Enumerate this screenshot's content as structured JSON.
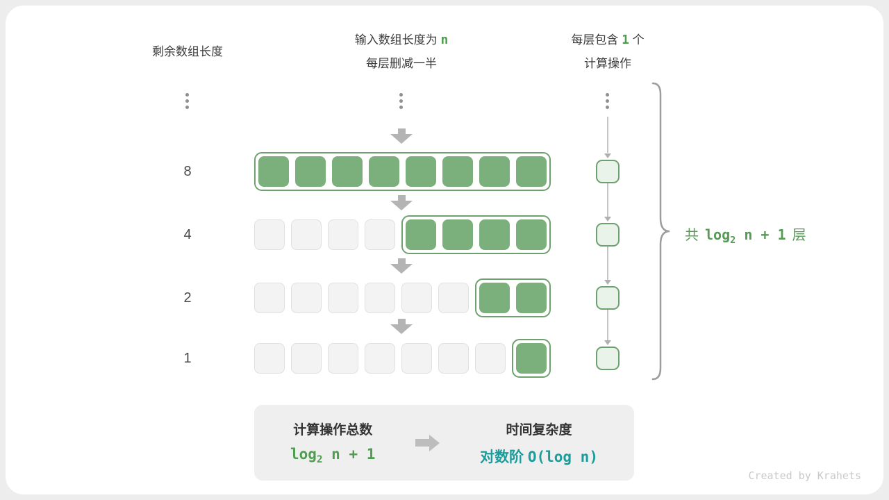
{
  "columns": {
    "left_header": "剩余数组长度",
    "center_header_line1_text": "输入数组长度为",
    "center_header_line1_var": "n",
    "center_header_line2": "每层删减一半",
    "right_header_line1_text": "每层包含",
    "right_header_line1_count": "1",
    "right_header_line1_suffix": "个",
    "right_header_line2": "计算操作"
  },
  "rows": [
    {
      "label": "8",
      "empty": 0,
      "filled": 8
    },
    {
      "label": "4",
      "empty": 4,
      "filled": 4
    },
    {
      "label": "2",
      "empty": 6,
      "filled": 2
    },
    {
      "label": "1",
      "empty": 7,
      "filled": 1
    }
  ],
  "brace_label": {
    "prefix": "共",
    "log": "log",
    "sub": "2",
    "rest": " n + 1",
    "suffix": "层"
  },
  "summary": {
    "operations_title": "计算操作总数",
    "operations_log": "log",
    "operations_sub": "2",
    "operations_rest": " n + 1",
    "complexity_title": "时间复杂度",
    "complexity_prefix": "对数阶",
    "complexity_code": "O(log n)"
  },
  "watermark": "Created by Krahets",
  "colors": {
    "filled_green": "#7bb07c",
    "container_border_green": "#6fa070",
    "light_green_fill": "#e9f3e9",
    "text_green": "#4f9e4f",
    "brace_text_green": "#569a56",
    "teal": "#1d9c9c",
    "arrow_gray": "#b4b4b4",
    "empty_cell_gray": "#f3f3f3"
  }
}
